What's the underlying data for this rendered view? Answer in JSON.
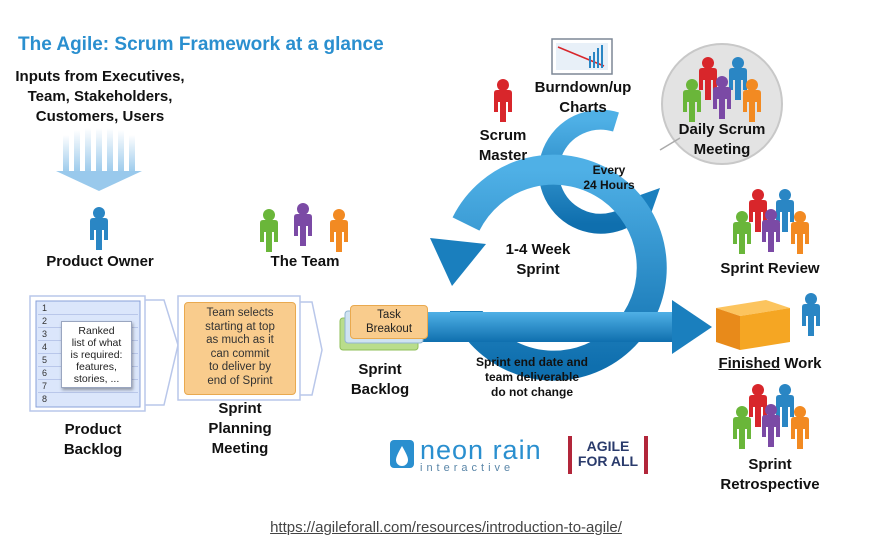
{
  "title": "The Agile: Scrum Framework at a glance",
  "inputs": {
    "lines": [
      "Inputs from Executives,",
      "Team, Stakeholders,",
      "Customers, Users"
    ]
  },
  "product_owner": "Product Owner",
  "the_team": "The Team",
  "scrum_master": [
    "Scrum",
    "Master"
  ],
  "burndown": [
    "Burndown/up",
    "Charts"
  ],
  "daily_scrum": [
    "Daily Scrum",
    "Meeting"
  ],
  "every_24": [
    "Every",
    "24 Hours"
  ],
  "sprint_cycle": [
    "1-4 Week",
    "Sprint"
  ],
  "sprint_review": "Sprint Review",
  "finished": {
    "underlined": "Finished",
    "rest": " Work"
  },
  "sprint_retro": [
    "Sprint",
    "Retrospective"
  ],
  "product_backlog": {
    "numbers": [
      "1",
      "2",
      "3",
      "4",
      "5",
      "6",
      "7",
      "8"
    ],
    "ranked_lines": [
      "Ranked",
      "list of what",
      "is required:",
      "features,",
      "stories, ..."
    ],
    "label": [
      "Product",
      "Backlog"
    ]
  },
  "planning": {
    "card_lines": [
      "Team selects",
      "starting at top",
      "as much as it",
      "can commit",
      "to deliver by",
      "end of Sprint"
    ],
    "label": [
      "Sprint",
      "Planning",
      "Meeting"
    ]
  },
  "sprint_backlog": {
    "task_lines": [
      "Task",
      "Breakout"
    ],
    "label": [
      "Sprint",
      "Backlog"
    ]
  },
  "sprint_end_note": [
    "Sprint end date and",
    "team deliverable",
    "do not change"
  ],
  "logos": {
    "neon_rain": "neon rain",
    "interactive": "interactive",
    "agile_for_all": [
      "AGILE",
      "FOR ALL"
    ]
  },
  "url": "https://agileforall.com/resources/introduction-to-agile/",
  "colors": {
    "title_blue": "#2a8fcf",
    "arrow_blue": "#1a8ccc",
    "person_blue": "#2a86c4",
    "person_red": "#d8262b",
    "person_green": "#6ab63a",
    "person_purple": "#7b4aa5",
    "person_orange": "#f28a22",
    "card_orange": "#f9cc8d"
  }
}
